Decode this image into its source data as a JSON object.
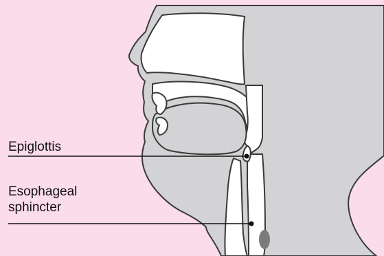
{
  "labels": {
    "epiglottis": "Epiglottis",
    "esophageal_line1": "Esophageal",
    "esophageal_line2": "sphincter"
  },
  "colors": {
    "background": "#fbdcea",
    "tissue": "#d3d3d5",
    "cavity": "#ffffff",
    "sphincter": "#7b7b7d",
    "outline": "#3a3a3a"
  }
}
